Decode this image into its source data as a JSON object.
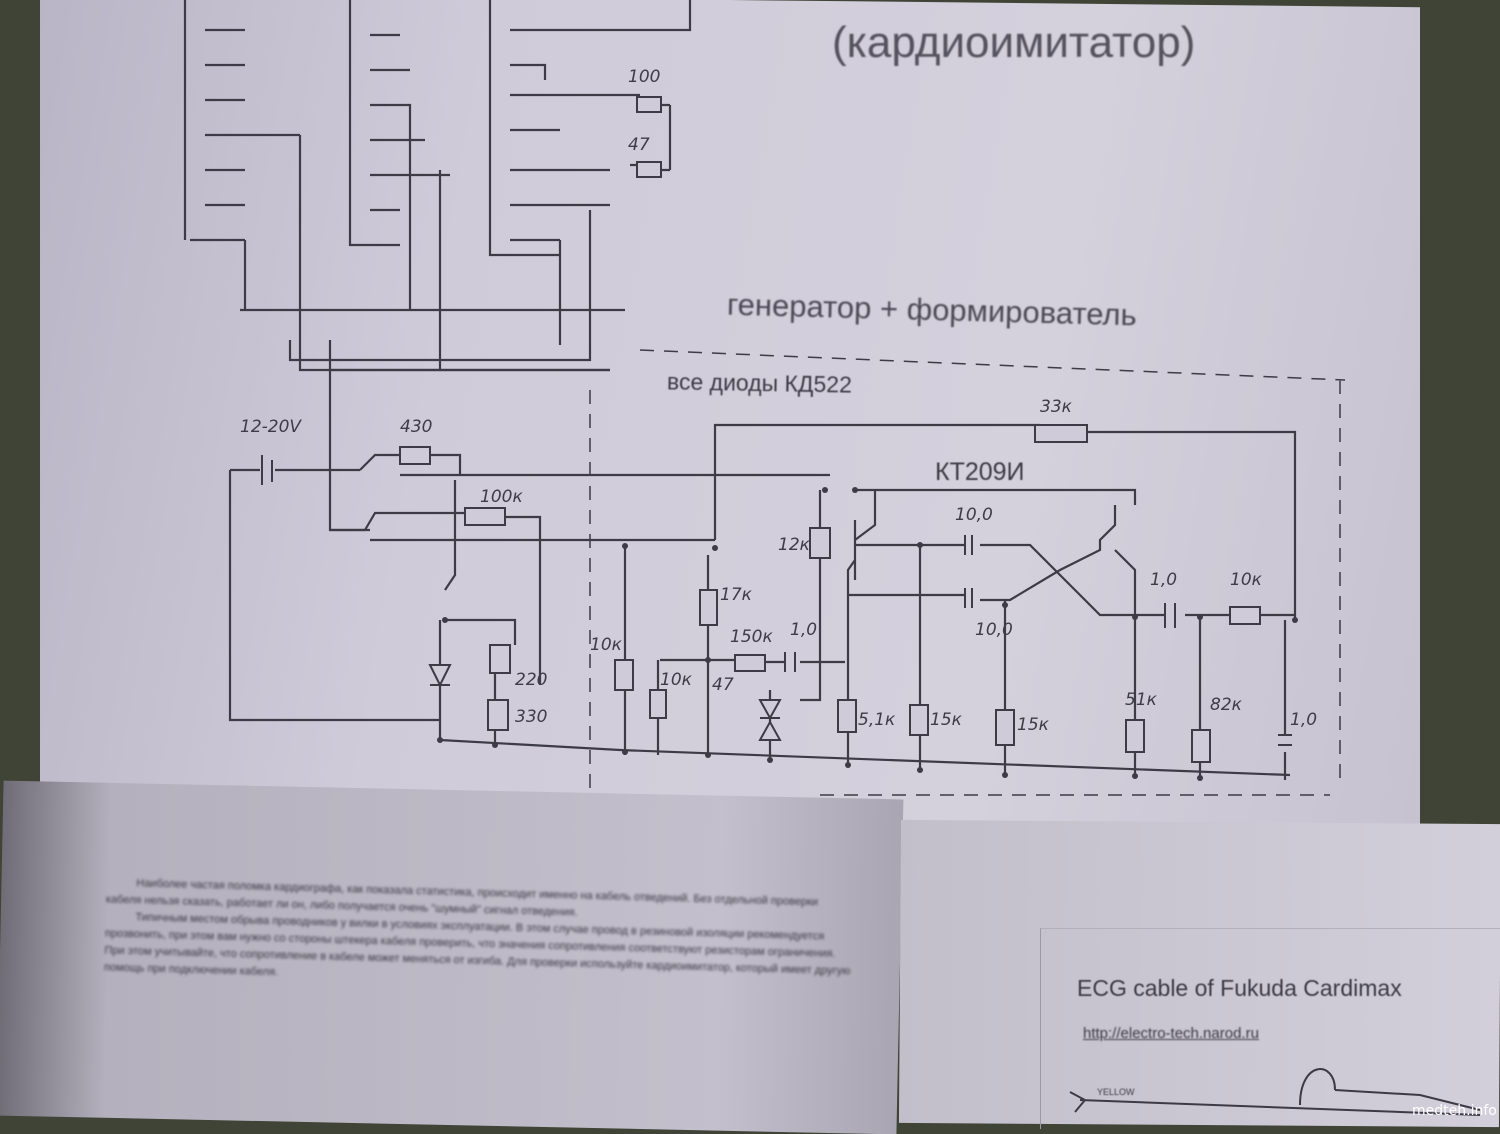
{
  "schematic": {
    "title": "(кардиоимитатор)",
    "section_title": "генератор + формирователь",
    "note": "все диоды КД522",
    "transistor": "КТ209И",
    "supply": "12-20V",
    "labels": {
      "r_feedback": "33к",
      "r_430": "430",
      "r_100k": "100к",
      "c_10_top": "10,0",
      "c_10_bottom": "10,0",
      "c_out": "1,0",
      "r_out": "10к",
      "r_51k": "51к",
      "r_82k": "82к",
      "c_last": "1,0",
      "r_15k_a": "15к",
      "r_15k_b": "15к",
      "r_51": "5,1к",
      "r_150k": "150к",
      "c_1_mid": "1,0",
      "r_10k_mid": "10к",
      "c_47": "47",
      "r_17k": "17к",
      "r_12k": "12к",
      "r_10k_left": "10к",
      "r_220": "220",
      "r_330": "330",
      "r_top_1": "100",
      "r_top_2": "47"
    }
  },
  "lower_left_sheet": {
    "paragraphs": [
      "Наиболее частая поломка кардиографа, как показала статистика, происходит именно на кабель отведений. Без отдельной проверки кабеля нельзя сказать, работает ли он, либо получается очень \"шумный\" сигнал отведения.",
      "Типичным местом обрыва проводников у вилки в условиях эксплуатации. В этом случае провод в резиновой изоляции рекомендуется прозвонить, при этом вам нужно со стороны штекера кабеля проверить, что значения сопротивления соответствуют резисторам ограничения. При этом учитывайте, что сопротивление в кабеле может меняться от изгиба. Для проверки используйте кардиоимитатор, который имеет другую помощь при подключении кабеля."
    ]
  },
  "lower_right_sheet": {
    "title": "ECG cable of Fukuda Cardimax",
    "url": "http://electro-tech.narod.ru",
    "wire_label": "YELLOW"
  },
  "watermark": "medteh.info"
}
